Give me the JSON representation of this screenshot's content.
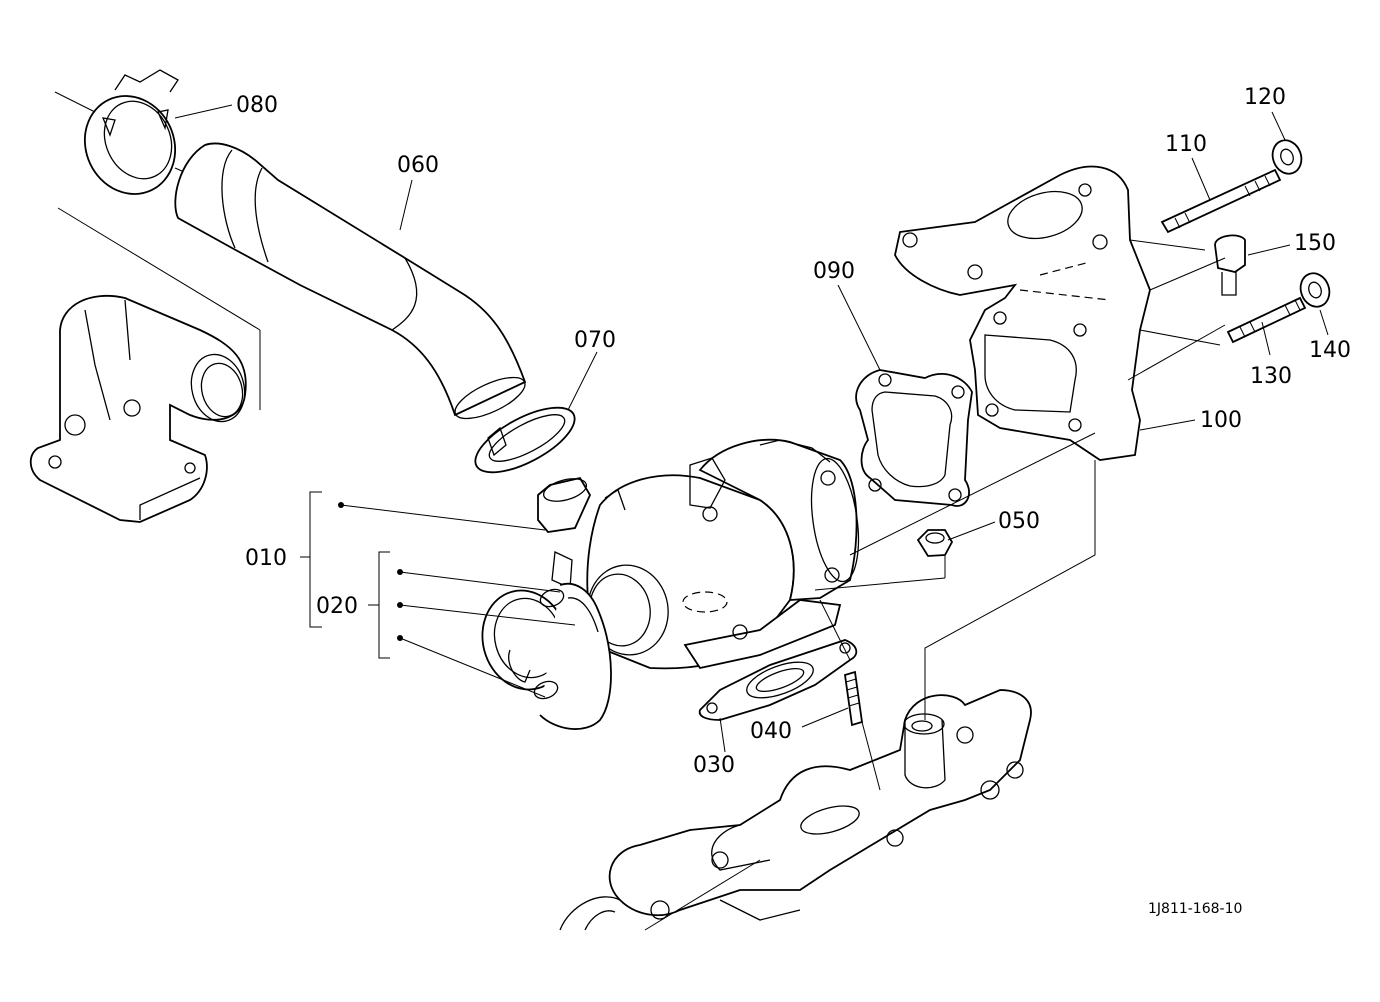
{
  "diagram": {
    "drawing_number": "1J811-168-10",
    "part_callouts": [
      {
        "id": "p010",
        "label": "010"
      },
      {
        "id": "p020",
        "label": "020"
      },
      {
        "id": "p030",
        "label": "030"
      },
      {
        "id": "p040",
        "label": "040"
      },
      {
        "id": "p050",
        "label": "050"
      },
      {
        "id": "p060",
        "label": "060"
      },
      {
        "id": "p070",
        "label": "070"
      },
      {
        "id": "p080",
        "label": "080"
      },
      {
        "id": "p090",
        "label": "090"
      },
      {
        "id": "p100",
        "label": "100"
      },
      {
        "id": "p110",
        "label": "110"
      },
      {
        "id": "p120",
        "label": "120"
      },
      {
        "id": "p130",
        "label": "130"
      },
      {
        "id": "p140",
        "label": "140"
      },
      {
        "id": "p150",
        "label": "150"
      }
    ]
  }
}
